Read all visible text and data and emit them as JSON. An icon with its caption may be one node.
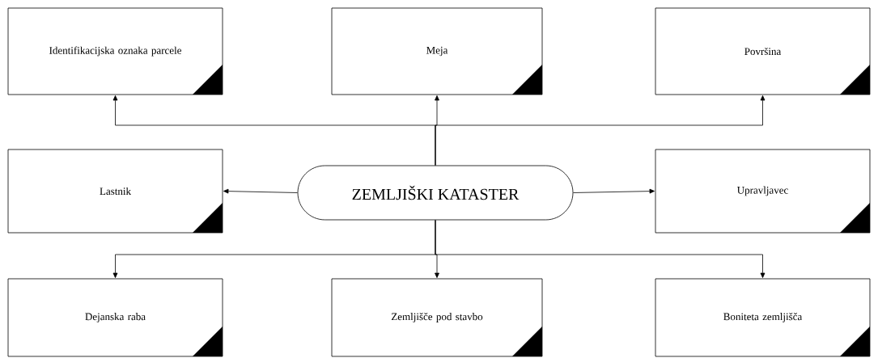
{
  "diagram": {
    "nodes": [
      {
        "text": [
          "Identifikacijska oznaka parcele"
        ]
      },
      {
        "text": [
          "Meja"
        ]
      },
      {
        "text": [
          "Površina"
        ]
      },
      {
        "text": [
          "Lastnik"
        ]
      },
      {
        "text": [
          "ZEMLJIŠKI KATASTER"
        ]
      },
      {
        "text": [
          "Upravljavec"
        ]
      },
      {
        "text": [
          "Dejanska raba"
        ]
      },
      {
        "text": [
          "Zemljišče pod stavbo"
        ]
      },
      {
        "text": [
          "Boniteta zemljišča"
        ]
      }
    ],
    "edges": [
      {
        "from": 4,
        "to": 0,
        "arrow": "to"
      },
      {
        "from": 4,
        "to": 1,
        "arrow": "to"
      },
      {
        "from": 4,
        "to": 2,
        "arrow": "to"
      },
      {
        "from": 4,
        "to": 3,
        "arrow": "to"
      },
      {
        "from": 4,
        "to": 5,
        "arrow": "to"
      },
      {
        "from": 4,
        "to": 6,
        "arrow": "to"
      },
      {
        "from": 4,
        "to": 7,
        "arrow": "to"
      },
      {
        "from": 4,
        "to": 8,
        "arrow": "to"
      }
    ]
  }
}
